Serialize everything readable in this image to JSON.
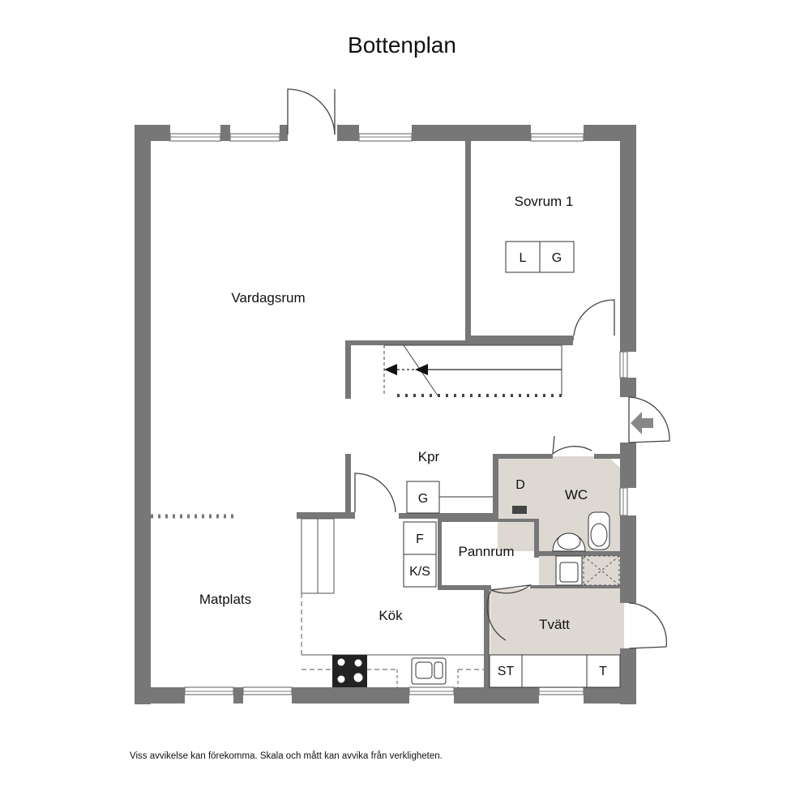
{
  "title": "Bottenplan",
  "disclaimer": "Viss avvikelse kan förekomma. Skala och mått kan avvika från verkligheten.",
  "rooms": {
    "vardagsrum": "Vardagsrum",
    "sovrum": "Sovrum 1",
    "kpr": "Kpr",
    "wc": "WC",
    "pannrum": "Pannrum",
    "kok": "Kök",
    "tvatt": "Tvätt",
    "matplats": "Matplats"
  },
  "fixtures": {
    "closet_l": "L",
    "closet_g_bedroom": "G",
    "closet_g_hall": "G",
    "fridge": "F",
    "fridge_freezer": "K/S",
    "dryer_cabinet": "D",
    "drying_cabinet": "ST",
    "dryer": "T"
  },
  "colors": {
    "wall": "#777777",
    "wet_room_floor": "#ddd8d2",
    "text": "#111111"
  }
}
